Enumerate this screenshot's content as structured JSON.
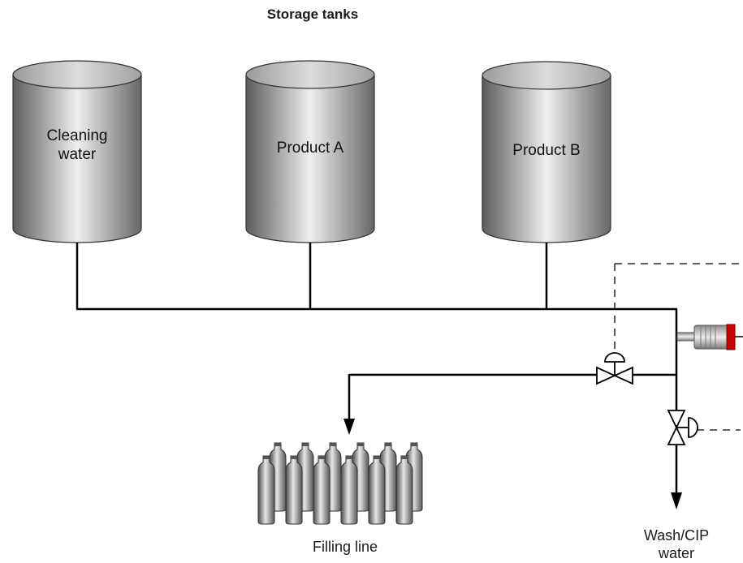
{
  "title": "Storage tanks",
  "tanks": [
    {
      "label_lines": [
        "Cleaning",
        "water"
      ]
    },
    {
      "label_lines": [
        "Product A"
      ]
    },
    {
      "label_lines": [
        "Product B"
      ]
    }
  ],
  "filling_line_label": "Filling line",
  "wash_label_lines": [
    "Wash/CIP",
    "water"
  ],
  "colors": {
    "line": "#000000",
    "tank_gradient": [
      "#5f5f5f",
      "#ececec",
      "#6a6a6a"
    ],
    "sensor_tip": "#cc0000"
  },
  "icons": [
    "tank-icon",
    "valve-icon",
    "actuator-icon",
    "sensor-icon",
    "bottle-icon",
    "arrow-icon"
  ]
}
